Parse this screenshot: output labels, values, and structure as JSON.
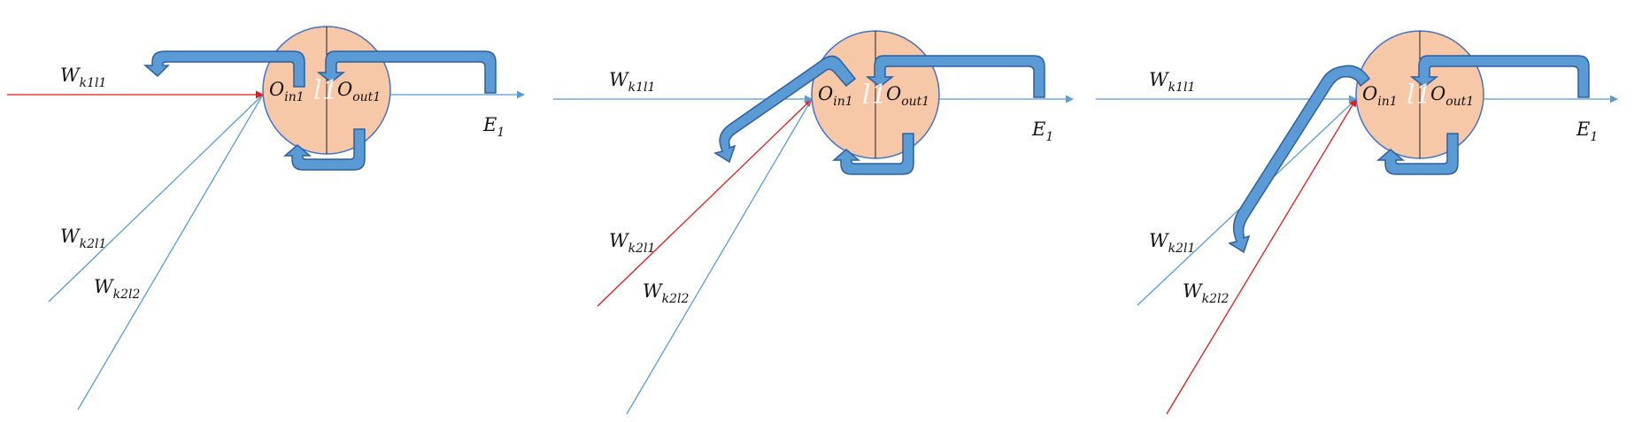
{
  "colors": {
    "neuron_fill": "#f7c8a8",
    "neuron_stroke": "#4472c4",
    "weight_line": "#5b9bd5",
    "active_line": "#e8181b",
    "arrow_fill": "#5b9bd5",
    "arrow_stroke": "#2e5f9e"
  },
  "panels": [
    {
      "name": "panel-1",
      "active_weight": "w_k1l1",
      "labels": {
        "w_k1l1": {
          "main": "W",
          "sub": "k1l1"
        },
        "w_k2l1": {
          "main": "W",
          "sub": "k2l1"
        },
        "w_k2l2": {
          "main": "W",
          "sub": "k2l2"
        },
        "o_in": {
          "main": "O",
          "sub": "in1"
        },
        "o_out": {
          "main": "O",
          "sub": "out1"
        },
        "neuron_id": "l1",
        "error": {
          "main": "E",
          "sub": "1"
        }
      }
    },
    {
      "name": "panel-2",
      "active_weight": "w_k2l1",
      "labels": {
        "w_k1l1": {
          "main": "W",
          "sub": "k1l1"
        },
        "w_k2l1": {
          "main": "W",
          "sub": "k2l1"
        },
        "w_k2l2": {
          "main": "W",
          "sub": "k2l2"
        },
        "o_in": {
          "main": "O",
          "sub": "in1"
        },
        "o_out": {
          "main": "O",
          "sub": "out1"
        },
        "neuron_id": "l1",
        "error": {
          "main": "E",
          "sub": "1"
        }
      }
    },
    {
      "name": "panel-3",
      "active_weight": "w_k2l2",
      "labels": {
        "w_k1l1": {
          "main": "W",
          "sub": "k1l1"
        },
        "w_k2l1": {
          "main": "W",
          "sub": "k2l1"
        },
        "w_k2l2": {
          "main": "W",
          "sub": "k2l2"
        },
        "o_in": {
          "main": "O",
          "sub": "in1"
        },
        "o_out": {
          "main": "O",
          "sub": "out1"
        },
        "neuron_id": "l1",
        "error": {
          "main": "E",
          "sub": "1"
        }
      }
    }
  ]
}
